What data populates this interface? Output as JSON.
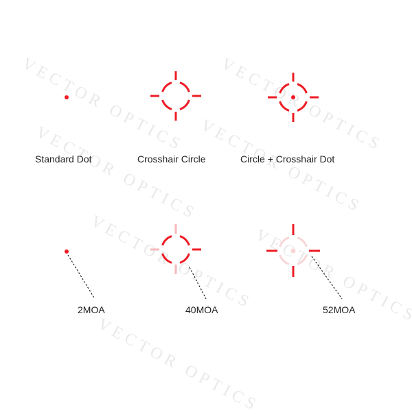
{
  "reticles": [
    {
      "label": "Standard Dot"
    },
    {
      "label": "Crosshair Circle"
    },
    {
      "label": "Circle + Crosshair Dot"
    }
  ],
  "sizes": [
    {
      "label": "2MOA"
    },
    {
      "label": "40MOA"
    },
    {
      "label": "52MOA"
    }
  ],
  "watermark": {
    "text": "VECTOR OPTICS"
  },
  "colors": {
    "reticle_red": "#ee1c25",
    "faded_red": "#f6b8bb",
    "pale_red": "#f8d6d8",
    "leader_line": "#222222"
  }
}
